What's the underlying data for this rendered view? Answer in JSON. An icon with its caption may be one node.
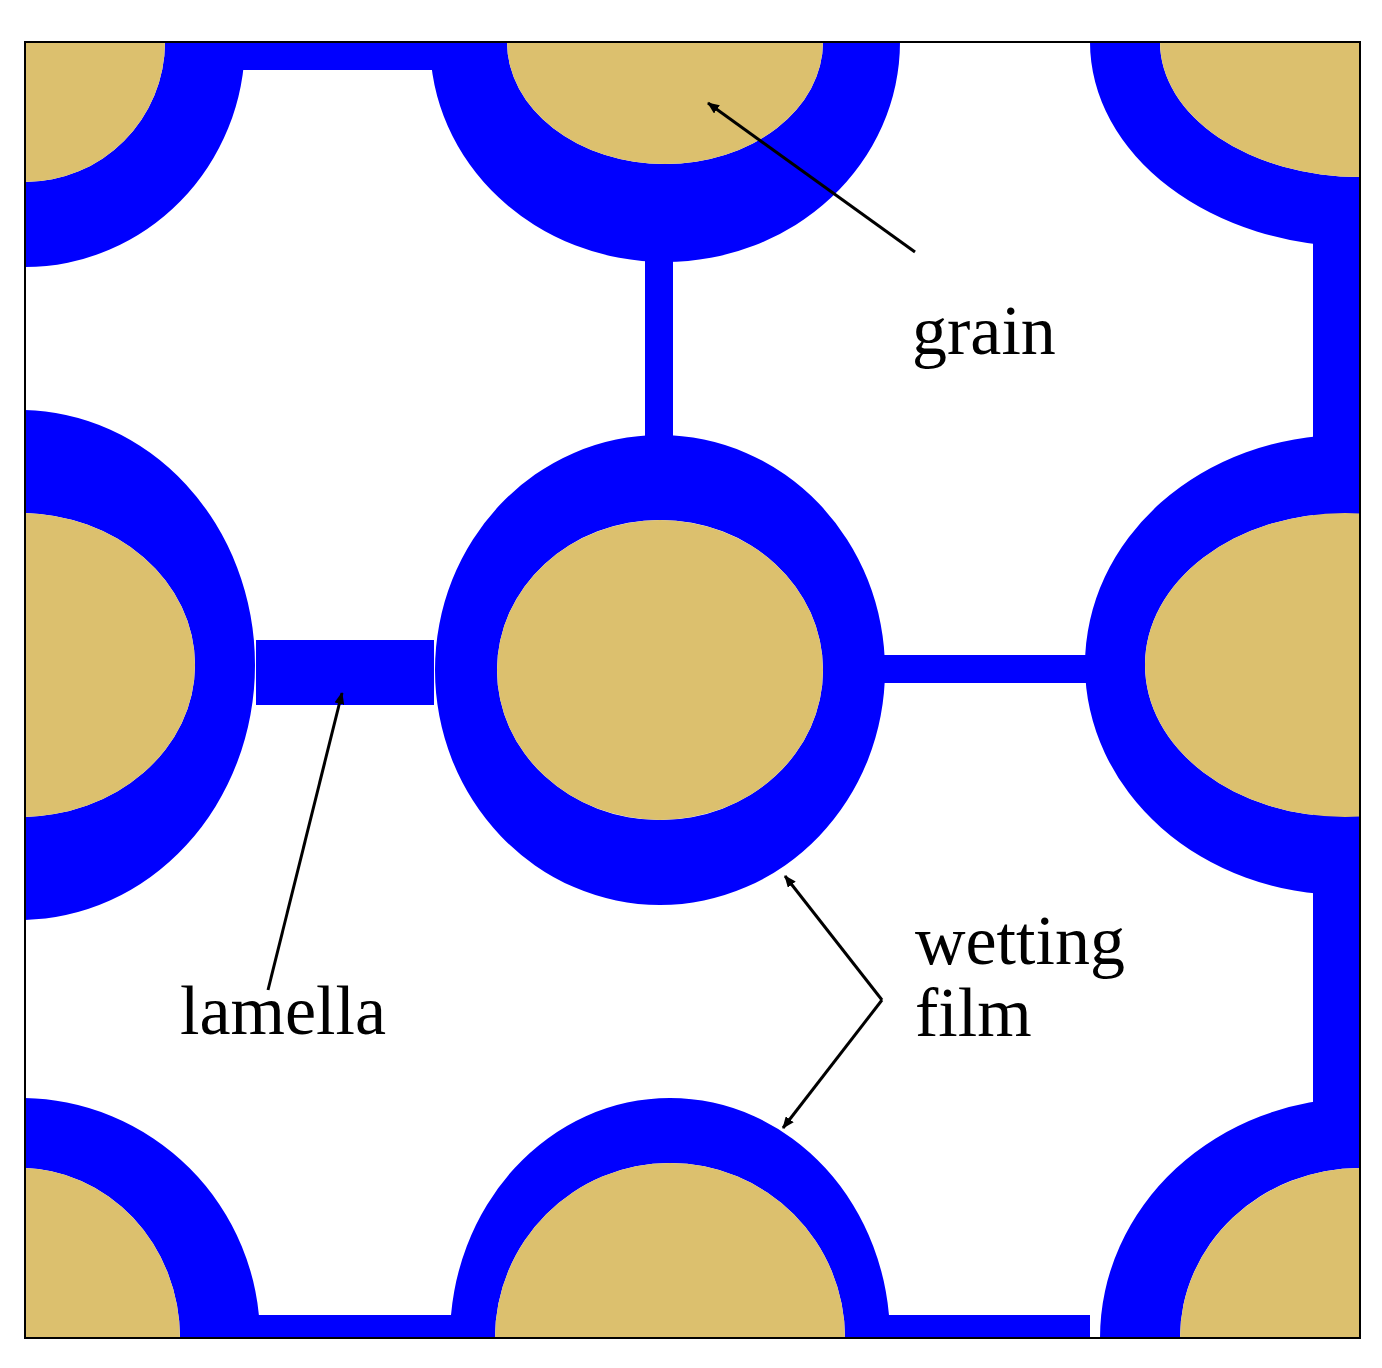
{
  "diagram": {
    "nodes": [
      {
        "text": [
          "grain"
        ]
      },
      {
        "text": [],
        "shape": "circle"
      },
      {
        "text": [
          "lamella"
        ]
      },
      {
        "text": [],
        "shape": "bar"
      },
      {
        "text": [
          "wetting film"
        ]
      },
      {
        "text": [],
        "shape": "circle"
      },
      {
        "text": [],
        "shape": "circle"
      }
    ],
    "edges": [
      {
        "from": 0,
        "to": 1,
        "arrow": "to"
      },
      {
        "from": 2,
        "to": 3,
        "arrow": "to"
      },
      {
        "from": 4,
        "to": 5,
        "arrow": "to"
      },
      {
        "from": 4,
        "to": 6,
        "arrow": "to"
      }
    ]
  }
}
